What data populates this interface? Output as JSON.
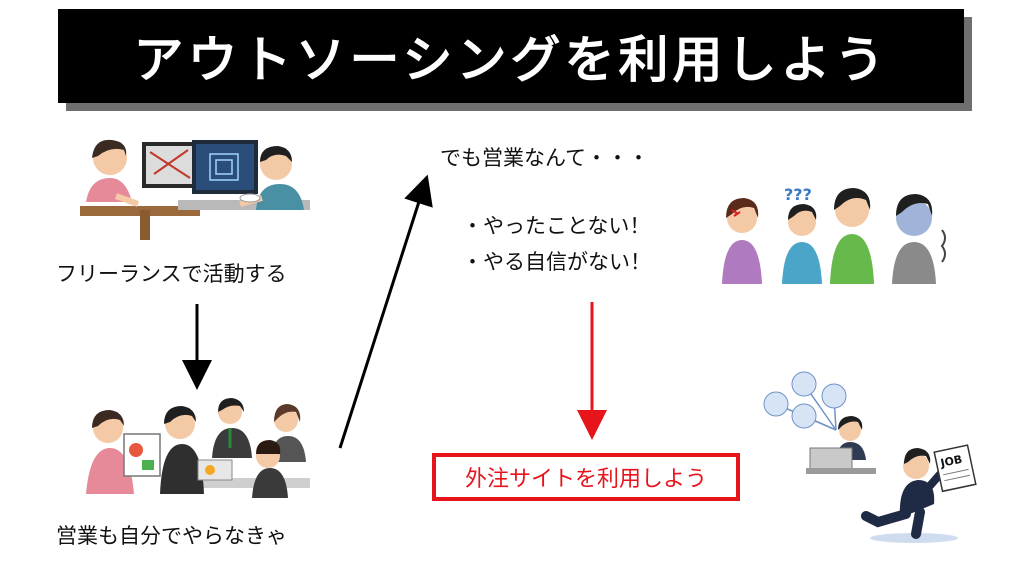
{
  "banner": {
    "title": "アウトソーシングを利用しよう"
  },
  "left": {
    "caption_top": "フリーランスで活動する",
    "caption_bottom": "営業も自分でやらなきゃ"
  },
  "middle": {
    "heading": "でも営業なんて・・・",
    "lines": [
      "・やったことない！",
      "・やる自信がない！"
    ],
    "callout": "外注サイトを利用しよう"
  },
  "illustrations": {
    "job_paper_text": "JOB",
    "confused_marks": "???"
  },
  "colors": {
    "banner_bg": "#000000",
    "banner_text": "#ffffff",
    "accent_red": "#e8141c",
    "arrow_black": "#000000"
  }
}
